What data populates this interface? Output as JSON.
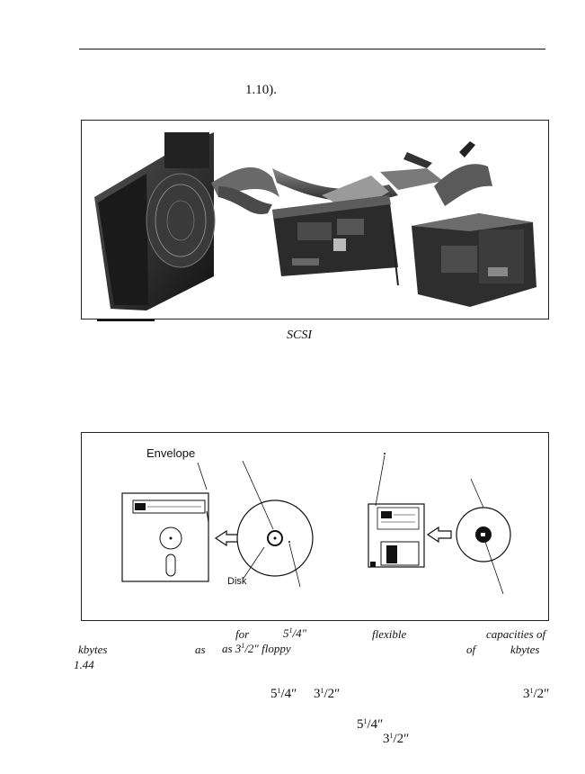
{
  "header": {
    "section_ref": "1.10)."
  },
  "figure_photo": {
    "caption_fragment": "SCSI"
  },
  "figure_disks": {
    "label_envelope": "Envelope",
    "label_disk": "Disk"
  },
  "caption2": {
    "line1": {
      "w1": "for",
      "size_a_whole": "5",
      "size_a_sup": "1",
      "size_a_den": "/4″",
      "w2": "flexible",
      "w3": "capacities of"
    },
    "line2": {
      "w1": "kbytes",
      "w2": "as",
      "w3_pre": "as 3",
      "w3_sup": "1",
      "w3_post": "/2″ floppy",
      "w4": "of",
      "w5": "kbytes"
    },
    "line3": {
      "w1": "1.44"
    }
  },
  "body_text": {
    "row1": {
      "a_whole": "5",
      "a_sup": "1",
      "a_den": "/4″",
      "b_whole": "3",
      "b_sup": "1",
      "b_den": "/2″",
      "c_whole": "3",
      "c_sup": "1",
      "c_den": "/2″"
    },
    "row2": {
      "a_whole": "5",
      "a_sup": "1",
      "a_den": "/4″"
    },
    "row3": {
      "a_whole": "3",
      "a_sup": "1",
      "a_den": "/2″"
    }
  }
}
